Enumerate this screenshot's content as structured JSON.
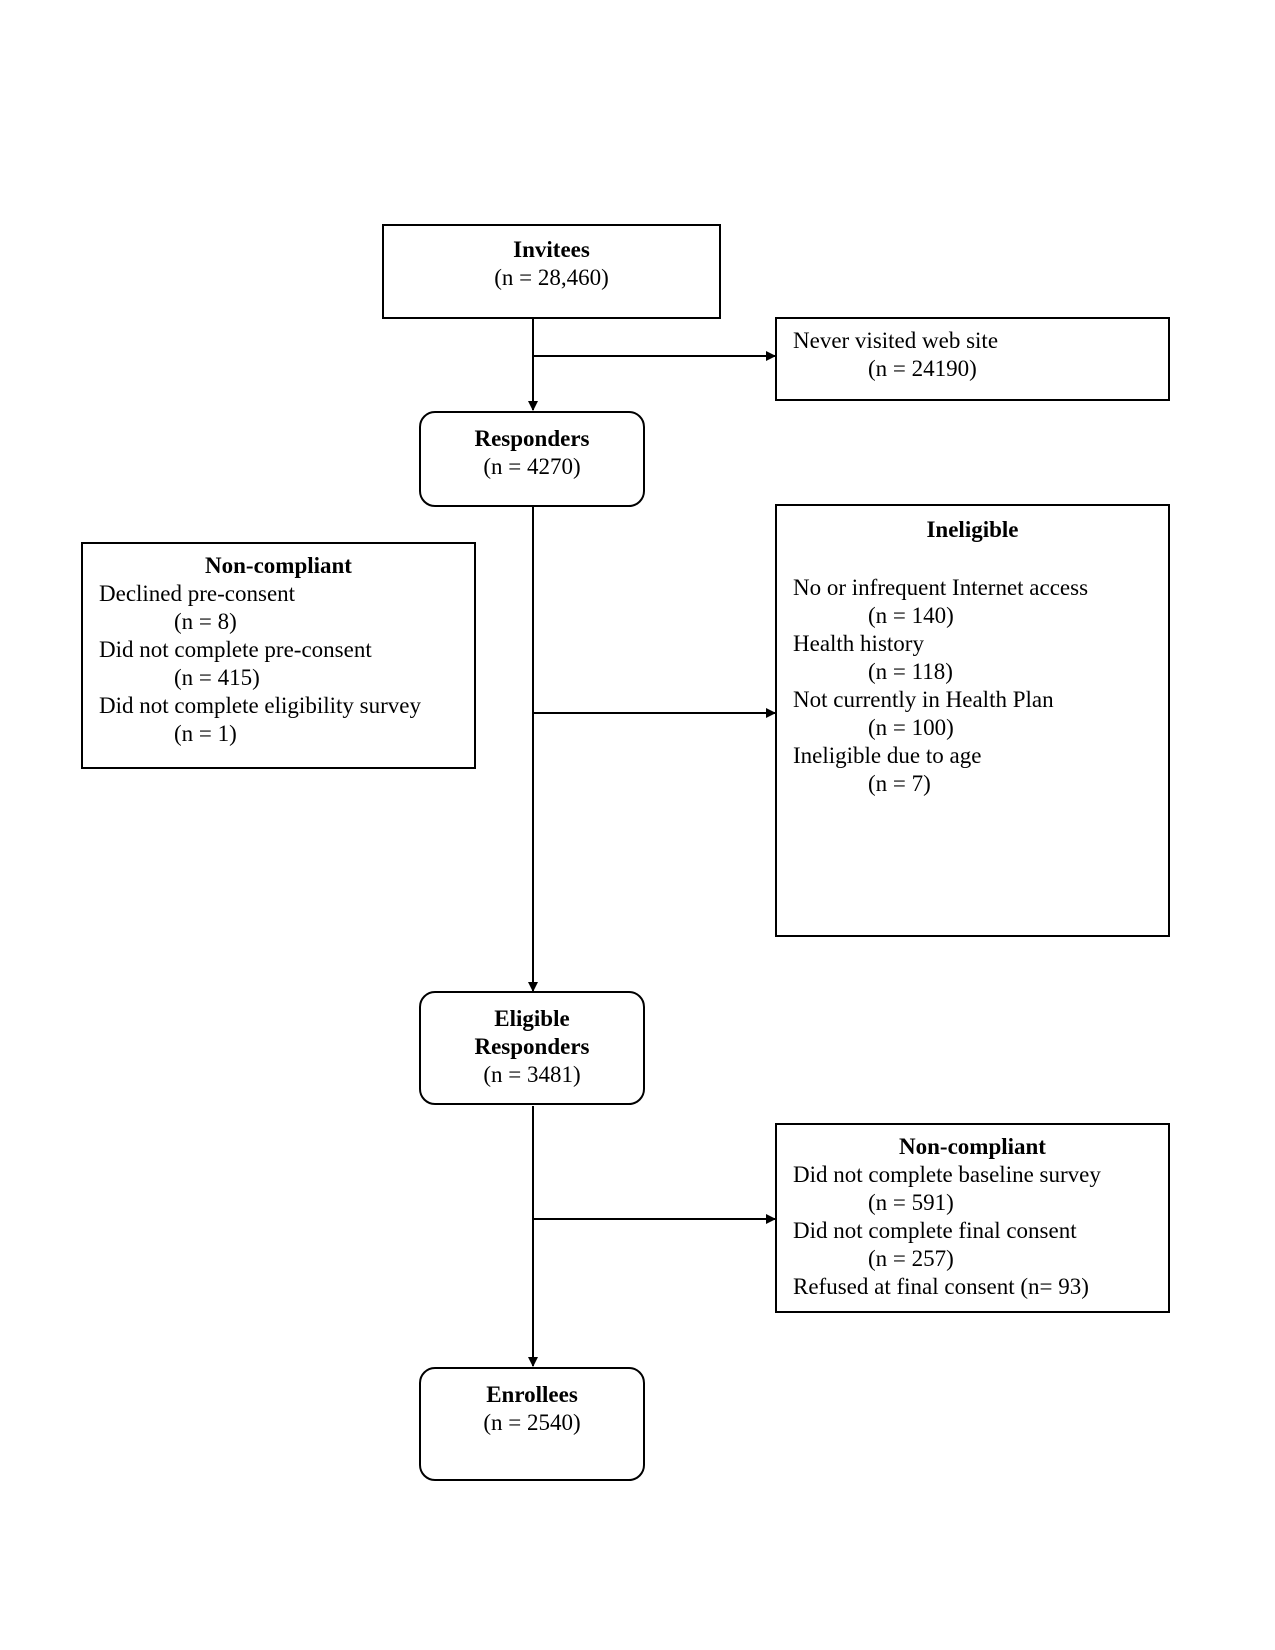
{
  "invitees": {
    "title": "Invitees",
    "count": "(n = 28,460)"
  },
  "never_visited": {
    "label": "Never visited web site",
    "count": "(n = 24190)"
  },
  "responders": {
    "title": "Responders",
    "count": "(n = 4270)"
  },
  "noncompliant_pre": {
    "title": "Non-compliant",
    "items": [
      {
        "label": "Declined pre-consent",
        "count": "(n = 8)"
      },
      {
        "label": "Did not complete pre-consent",
        "count": "(n = 415)"
      },
      {
        "label": "Did not complete eligibility survey",
        "count": "(n = 1)"
      }
    ]
  },
  "ineligible": {
    "title": "Ineligible",
    "items": [
      {
        "label": "No or infrequent Internet access",
        "count": "(n = 140)"
      },
      {
        "label": "Health history",
        "count": "(n = 118)"
      },
      {
        "label": "Not currently in Health Plan",
        "count": "(n = 100)"
      },
      {
        "label": "Ineligible due to age",
        "count": "(n = 7)"
      }
    ]
  },
  "eligible": {
    "title_line1": "Eligible",
    "title_line2": "Responders",
    "count": "(n = 3481)"
  },
  "noncompliant_post": {
    "title": "Non-compliant",
    "items": [
      {
        "label": "Did not complete baseline survey",
        "count": "(n = 591)"
      },
      {
        "label": "Did not complete final consent",
        "count": "(n = 257)"
      }
    ],
    "last_line": "Refused at final consent (n= 93)"
  },
  "enrollees": {
    "title": "Enrollees",
    "count": "(n = 2540)"
  }
}
